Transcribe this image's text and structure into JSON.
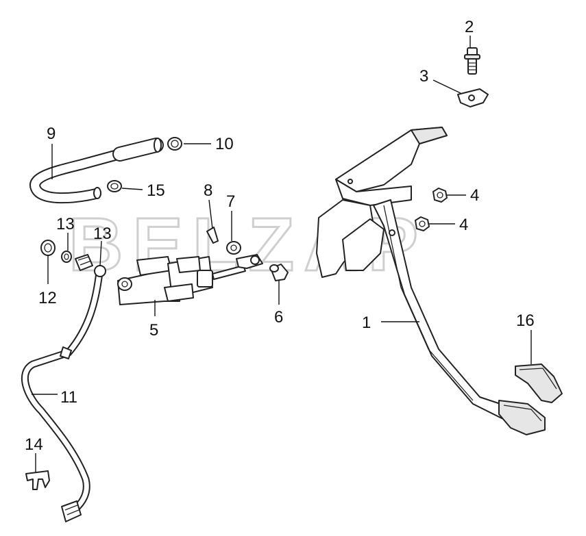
{
  "watermark": "BELZAP",
  "callouts": [
    {
      "id": "c1",
      "label": "1"
    },
    {
      "id": "c2",
      "label": "2"
    },
    {
      "id": "c3",
      "label": "3"
    },
    {
      "id": "c4a",
      "label": "4"
    },
    {
      "id": "c4b",
      "label": "4"
    },
    {
      "id": "c5",
      "label": "5"
    },
    {
      "id": "c6",
      "label": "6"
    },
    {
      "id": "c7",
      "label": "7"
    },
    {
      "id": "c8",
      "label": "8"
    },
    {
      "id": "c9",
      "label": "9"
    },
    {
      "id": "c10",
      "label": "10"
    },
    {
      "id": "c11",
      "label": "11"
    },
    {
      "id": "c12",
      "label": "12"
    },
    {
      "id": "c13a",
      "label": "13"
    },
    {
      "id": "c13b",
      "label": "13"
    },
    {
      "id": "c14",
      "label": "14"
    },
    {
      "id": "c15",
      "label": "15"
    },
    {
      "id": "c16",
      "label": "16"
    }
  ]
}
